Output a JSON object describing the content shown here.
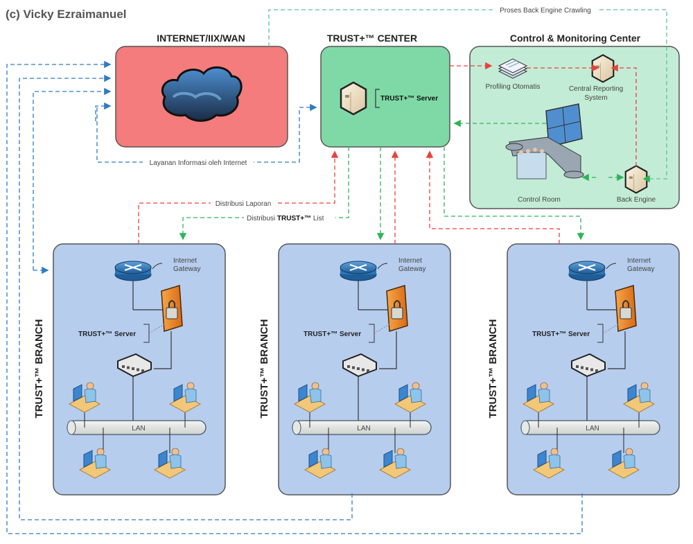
{
  "credit": "(c) Vicky Ezraimanuel",
  "colors": {
    "internet_bg": "#f47c7c",
    "center_bg": "#7fd9a6",
    "control_bg": "#c3ecd6",
    "branch_bg": "#b6cdee",
    "blue_flow": "#2e7bc4",
    "red_flow": "#e8413c",
    "green_flow": "#2fb35a",
    "teal_flow": "#5dbfa0"
  },
  "zones": {
    "internet": {
      "title": "INTERNET/IIX/WAN",
      "icon": "cloud-icon"
    },
    "center": {
      "title": "TRUST+™ CENTER",
      "server_label": "TRUST+™ Server",
      "icon": "server-icon"
    },
    "control": {
      "title": "Control & Monitoring Center",
      "nodes": [
        {
          "label": "Profiling Otomatis",
          "icon": "documents-icon"
        },
        {
          "label_line1": "Central Reporting",
          "label_line2": "System",
          "icon": "server-icon"
        },
        {
          "label": "Control Room",
          "icon": "control-room-icon"
        },
        {
          "label": "Back Engine",
          "icon": "server-icon"
        }
      ]
    },
    "branches": [
      {
        "title": "TRUST+™ BRANCH",
        "gateway_line1": "Internet",
        "gateway_line2": "Gateway",
        "server_label": "TRUST+™ Server",
        "lan_label": "LAN"
      },
      {
        "title": "TRUST+™ BRANCH",
        "gateway_line1": "Internet",
        "gateway_line2": "Gateway",
        "server_label": "TRUST+™ Server",
        "lan_label": "LAN"
      },
      {
        "title": "TRUST+™ BRANCH",
        "gateway_line1": "Internet",
        "gateway_line2": "Gateway",
        "server_label": "TRUST+™ Server",
        "lan_label": "LAN"
      }
    ]
  },
  "connections": {
    "crawling": "Proses Back Engine Crawling",
    "internet_service": "Layanan Informasi oleh Internet",
    "report_distribution": "Distribusi Laporan",
    "list_distribution_prefix": "Distribusi ",
    "list_distribution_bold": "TRUST+™",
    "list_distribution_suffix": " List"
  }
}
